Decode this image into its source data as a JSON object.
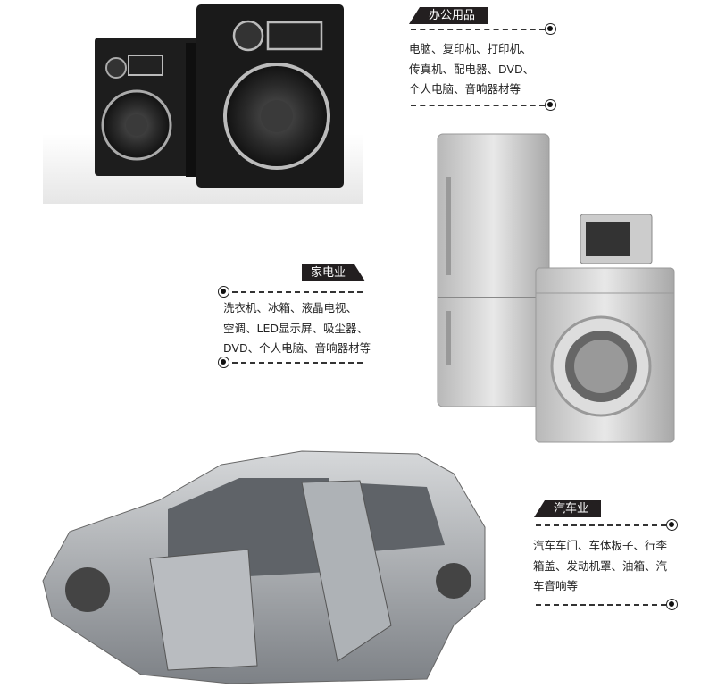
{
  "sections": [
    {
      "title": "办公用品",
      "lines": [
        "电脑、复印机、打印机、",
        "传真机、配电器、DVD、",
        "个人电脑、音响器材等"
      ]
    },
    {
      "title": "家电业",
      "lines": [
        "洗衣机、冰箱、液晶电视、",
        "空调、LED显示屏、吸尘器、",
        "DVD、个人电脑、音响器材等"
      ]
    },
    {
      "title": "汽车业",
      "lines": [
        "汽车车门、车体板子、行李",
        "箱盖、发动机罩、油箱、汽",
        "车音响等"
      ]
    }
  ]
}
